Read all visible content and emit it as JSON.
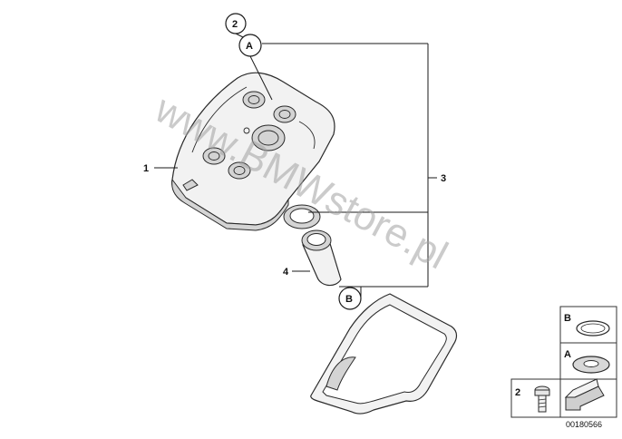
{
  "callouts": {
    "part_1": "1",
    "part_2": "2",
    "part_3": "3",
    "part_4": "4",
    "ref_a": "A",
    "ref_b": "B"
  },
  "legend": {
    "item_b": "B",
    "item_a": "A",
    "item_2": "2"
  },
  "reference_number": "00180566",
  "watermark": "www.BMWstore.pl"
}
